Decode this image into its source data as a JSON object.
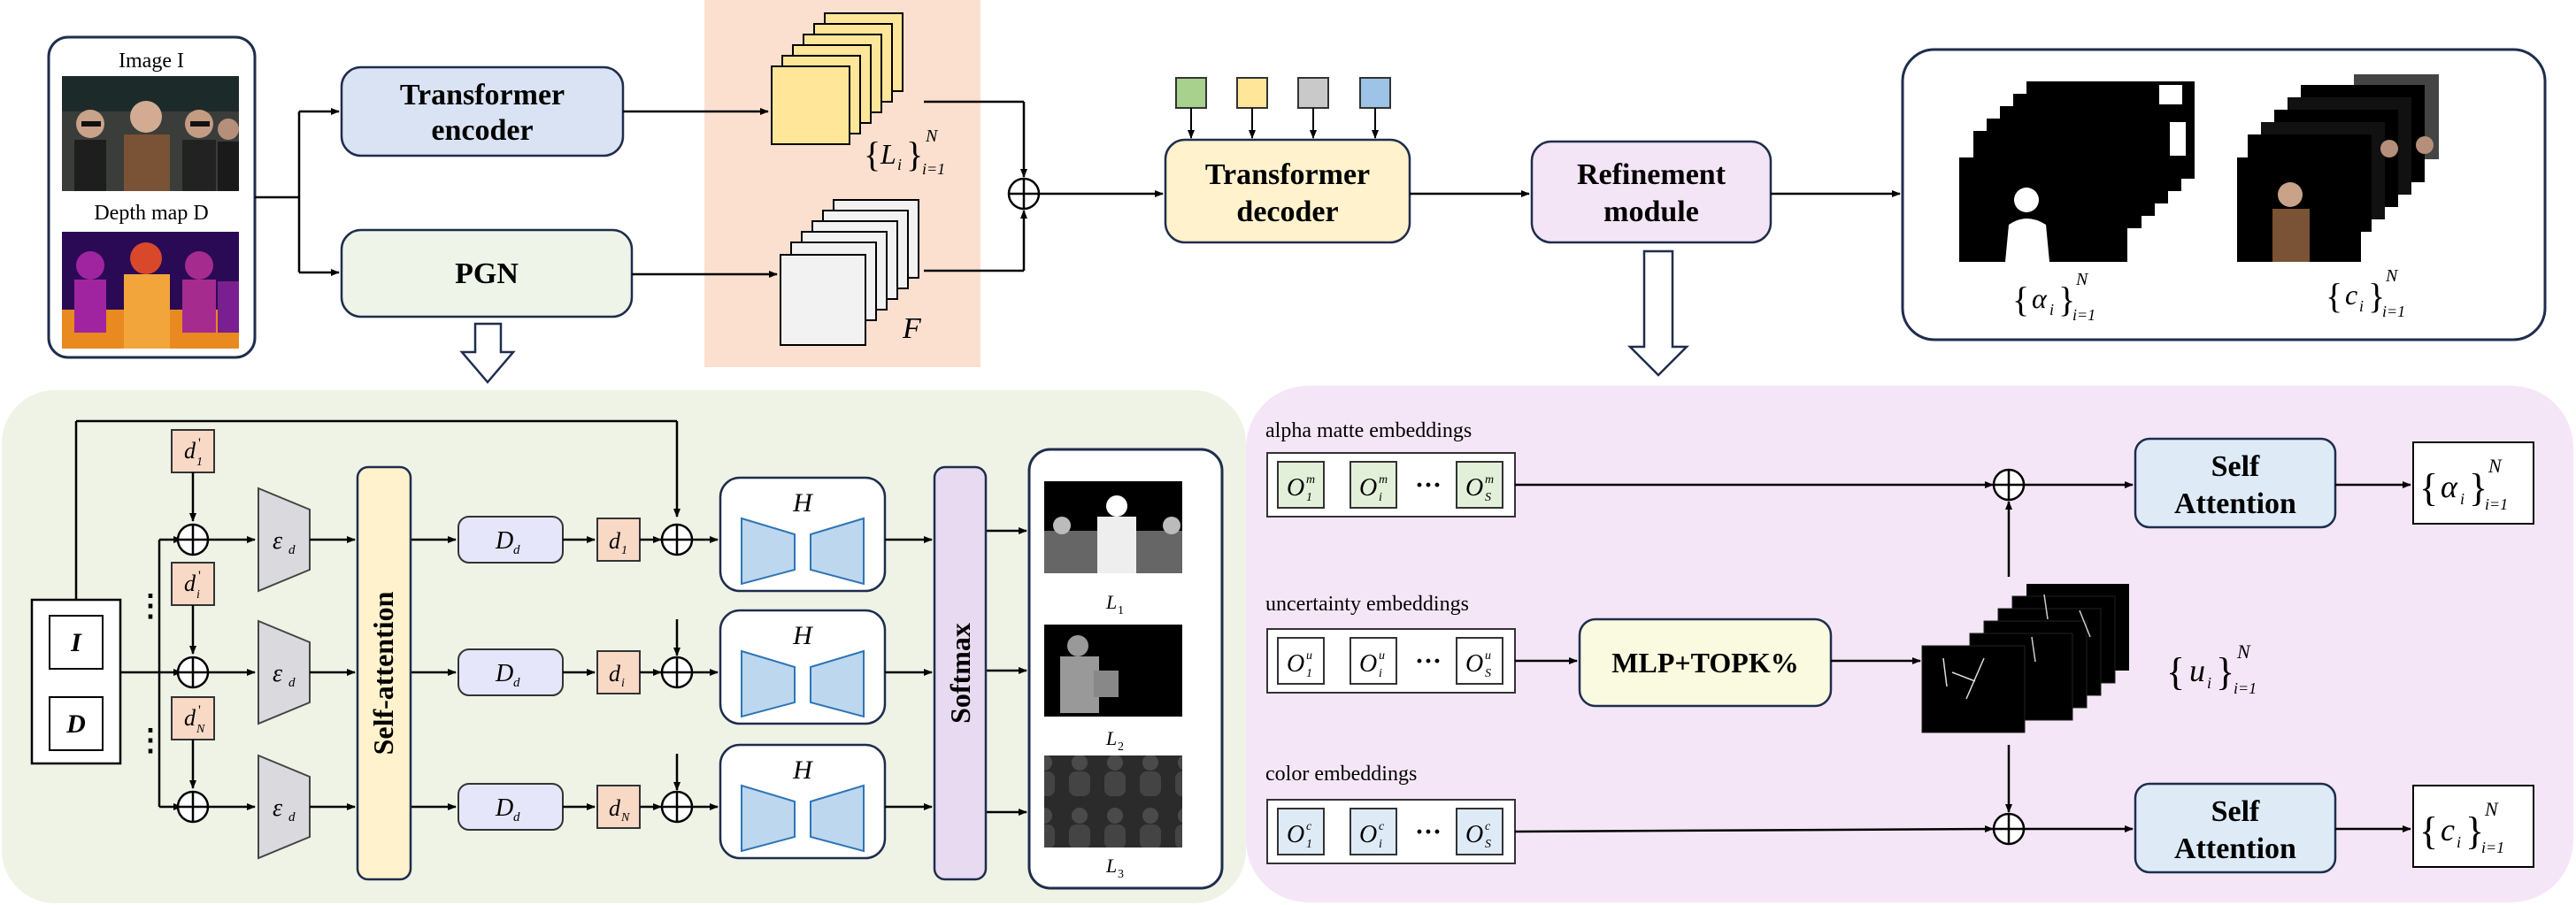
{
  "input": {
    "image_label": "Image I",
    "depth_label": "Depth map D"
  },
  "encoder": {
    "label_line1": "Transformer",
    "label_line2": "encoder"
  },
  "pgn": {
    "label": "PGN"
  },
  "layers": {
    "L_label": "L",
    "L_sub": "i",
    "range_sub": "i=1",
    "range_sup": "N",
    "F_label": "F"
  },
  "decoder": {
    "label_line1": "Transformer",
    "label_line2": "decoder",
    "query_colors": [
      "#a9d18e",
      "#ffe699",
      "#c9c9c9",
      "#9dc3e6"
    ]
  },
  "refinement": {
    "label_line1": "Refinement",
    "label_line2": "module"
  },
  "outputs": {
    "alpha_symbol": "α",
    "color_symbol": "c",
    "sub": "i",
    "range_sub": "i=1",
    "range_sup": "N"
  },
  "pgn_detail": {
    "I_label": "I",
    "D_label": "D",
    "d_label": "d",
    "d_subs": [
      "1",
      "i",
      "N"
    ],
    "prime": "'",
    "encoder_symbol": "ε",
    "encoder_sub": "d",
    "decoder_symbol": "D",
    "decoder_sub": "d",
    "self_attention_label": "Self-attention",
    "hourglass_symbol": "H",
    "softmax_label": "Softmax",
    "L_outputs": [
      {
        "label": "L",
        "sub": "1"
      },
      {
        "label": "L",
        "sub": "2"
      },
      {
        "label": "L",
        "sub": "3"
      }
    ],
    "ellipsis": "⋮"
  },
  "refine_detail": {
    "alpha_embed_title": "alpha matte embeddings",
    "uncertainty_embed_title": "uncertainty embeddings",
    "color_embed_title": "color embeddings",
    "O_label": "O",
    "token_subs": [
      "1",
      "i",
      "S"
    ],
    "alpha_sup": "m",
    "uncertainty_sup": "u",
    "color_sup": "c",
    "dots": "···",
    "mlp_label": "MLP+TOPK%",
    "self_attention_line1": "Self",
    "self_attention_line2": "Attention",
    "u_symbol": "u",
    "colors": {
      "alpha_token_fill": "#e2f0d9",
      "uncertainty_token_fill": "#ffffff",
      "color_token_fill": "#deebf7"
    }
  },
  "colors": {
    "encoder_fill": "#dae3f3",
    "pgn_fill": "#eef4e8",
    "decoder_fill": "#fff2cc",
    "refinement_fill": "#f3e5f5",
    "orange_panel": "#fbe0cf",
    "green_panel": "#eef3e6",
    "purple_panel": "#f5e6f7",
    "d_fill": "#f8d9c6",
    "Dd_fill": "#e6e6fa",
    "self_attn_fill": "#fff2cc",
    "softmax_fill": "#e8daf0",
    "self_attention_box": "#deebf7",
    "mlp_fill": "#fafae0"
  }
}
